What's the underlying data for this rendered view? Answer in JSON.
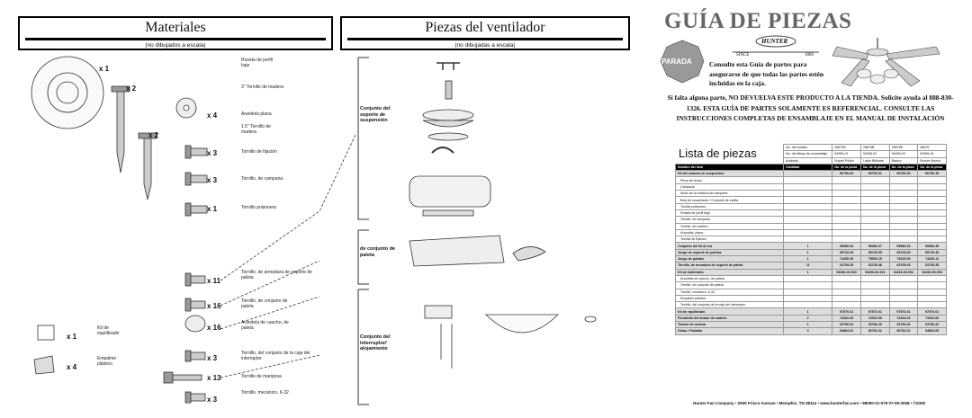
{
  "materiales": {
    "title": "Materiales",
    "subtitle": "(no dibujados a escala)"
  },
  "piezas": {
    "title": "Piezas del ventilador",
    "subtitle": "(no dibujadas a escala)"
  },
  "hardware": [
    {
      "qty": "x 1",
      "label": "Roseta de perfil bajo"
    },
    {
      "qty": "x 2",
      "label": "3\" Tornillo de madera"
    },
    {
      "qty": "x 4",
      "label": "Arandela plana"
    },
    {
      "qty": "x 2",
      "label": "1.5\" Tornillo de madera"
    },
    {
      "qty": "x 3",
      "label": "Tornillo de fijación"
    },
    {
      "qty": "x 3",
      "label": "Tornillo, de campana"
    },
    {
      "qty": "x 1",
      "label": "Tornillo prisionero"
    },
    {
      "qty": "x 11",
      "label": "Tornillo, de armadura de soporte de paleta"
    },
    {
      "qty": "x 16",
      "label": "Tornillo, de conjunto de paleta"
    },
    {
      "qty": "x 16",
      "label": "Arandela de caucho, de paleta"
    },
    {
      "qty": "x 3",
      "label": "Tornillo, del conjunto de la caja del interruptor"
    },
    {
      "qty": "x 13",
      "label": "Tornillo de mariposa"
    },
    {
      "qty": "x 3",
      "label": "Tornillo, mecánico, 6-32"
    }
  ],
  "kits": [
    {
      "qty": "x 1",
      "label": "Kit de equilibrado"
    },
    {
      "qty": "x 4",
      "label": "Empalme plástico"
    }
  ],
  "groups": {
    "suspension": "Conjunto del soporte de suspensión",
    "paleta": "de conjunto de paleta",
    "interruptor": "Conjunto del interruptor/ alojamiento"
  },
  "guide": {
    "title": "GUÍA DE PIEZAS",
    "brand": "HUNTER",
    "since": "SINCE",
    "year": "1886",
    "stop": "PARADA",
    "consult": "Consulte esta Guía de partes para asegurarse de que todas las partes estén incluidas en la caja.",
    "warning": "Si falta alguna parte, NO DEVUELVA ESTE PRODUCTO A LA TIENDA. Solicite ayuda al 888-830-1326. ESTA GUÍA DE PARTES SOLAMENTE ES REFERENCIAL. CONSULTE LAS INSTRUCCIONES COMPLETAS DE ENSAMBLAJE EN EL MANUAL DE INSTALACIÓN"
  },
  "parts_list": {
    "title": "Lista de piezas",
    "model_label": "No. del modelo",
    "models": [
      "28672B",
      "28674B",
      "28676B",
      "28675"
    ],
    "drawing_label": "No. del dibujo de ensamblaje",
    "drawings": [
      "94265-01",
      "94265-02",
      "94265-03",
      "94265-04"
    ],
    "finish_label": "Acabado",
    "finishes": [
      "Níquel Pulido",
      "Latón Brillante",
      "Blanco",
      "Bronce Nuevo"
    ],
    "col_name": "Nombre del item",
    "col_qty": "Cantidad",
    "col_part": "No. de la pieza",
    "rows": [
      {
        "name": "Kit del sistema de suspensión",
        "qty": "",
        "parts": [
          "96750-03",
          "96750-01",
          "96750-03",
          "96750-35"
        ],
        "kit": true
      },
      {
        "name": "Pieza de techo",
        "qty": "",
        "parts": [
          "",
          "",
          "",
          ""
        ],
        "sub": true
      },
      {
        "name": "Campana",
        "qty": "",
        "parts": [
          "",
          "",
          "",
          ""
        ],
        "sub": true
      },
      {
        "name": "Anillo de la moldura de campana",
        "qty": "",
        "parts": [
          "",
          "",
          "",
          ""
        ],
        "sub": true
      },
      {
        "name": "Bola de suspensión / Conjunto de varilla",
        "qty": "",
        "parts": [
          "",
          "",
          "",
          ""
        ],
        "sub": true
      },
      {
        "name": "Tornillo prisionero",
        "qty": "",
        "parts": [
          "",
          "",
          "",
          ""
        ],
        "sub": true
      },
      {
        "name": "Roseta de perfil bajo",
        "qty": "",
        "parts": [
          "",
          "",
          "",
          ""
        ],
        "sub": true
      },
      {
        "name": "Tornillo, de campana",
        "qty": "",
        "parts": [
          "",
          "",
          "",
          ""
        ],
        "sub": true
      },
      {
        "name": "Tornillo, de madera",
        "qty": "",
        "parts": [
          "",
          "",
          "",
          ""
        ],
        "sub": true
      },
      {
        "name": "Arandela, plana",
        "qty": "",
        "parts": [
          "",
          "",
          "",
          ""
        ],
        "sub": true
      },
      {
        "name": "Tornillo de fijación",
        "qty": "",
        "parts": [
          "",
          "",
          "",
          ""
        ],
        "sub": true
      },
      {
        "name": "Conjunto del kit de luz",
        "qty": "1",
        "parts": [
          "95980-03",
          "95980-07",
          "95980-03",
          "95980-35"
        ],
        "kit": true
      },
      {
        "name": "Juego de soporte de paletas",
        "qty": "1",
        "parts": [
          "99725-05",
          "99725-05",
          "99725-05",
          "99725-35"
        ],
        "kit": true
      },
      {
        "name": "Juego de paletas",
        "qty": "1",
        "parts": [
          "74295-39",
          "75065-15",
          "74625-09",
          "74435-11"
        ],
        "kit": true
      },
      {
        "name": "Tornillo, de armadura de soporte de paleta",
        "qty": "11",
        "parts": [
          "63705-05",
          "63705-08",
          "63705-03",
          "63705-35"
        ],
        "kit": true
      },
      {
        "name": "Kit de materiales",
        "qty": "1",
        "parts": [
          "94266-00-003",
          "94266-00-001",
          "94266-00-002",
          "94266-00-004"
        ],
        "kit": true
      },
      {
        "name": "Arandela de caucho, de paleta",
        "qty": "",
        "parts": [
          "",
          "",
          "",
          ""
        ],
        "sub": true
      },
      {
        "name": "Tornillo, de conjunto de paleta",
        "qty": "",
        "parts": [
          "",
          "",
          "",
          ""
        ],
        "sub": true
      },
      {
        "name": "Tornillo, mecánico, 6-32",
        "qty": "",
        "parts": [
          "",
          "",
          "",
          ""
        ],
        "sub": true
      },
      {
        "name": "Empalme plástico",
        "qty": "",
        "parts": [
          "",
          "",
          "",
          ""
        ],
        "sub": true
      },
      {
        "name": "Tornillo, del conjunto de la caja del interruptor",
        "qty": "",
        "parts": [
          "",
          "",
          "",
          ""
        ],
        "sub": true
      },
      {
        "name": "Kit de equilibrado",
        "qty": "1",
        "parts": [
          "97570-01",
          "97570-01",
          "97570-01",
          "97570-01"
        ],
        "kit": true
      },
      {
        "name": "Pendiente del tirador de cadena",
        "qty": "2",
        "parts": [
          "74302-03",
          "74302-06",
          "74302-03",
          "74302-06"
        ],
        "kit": true
      },
      {
        "name": "Tirador de cadena",
        "qty": "1",
        "parts": [
          "63756-03",
          "63756-20",
          "63756-03",
          "63756-20"
        ],
        "kit": true
      },
      {
        "name": "Globo / Pantalla",
        "qty": "3",
        "parts": [
          "94864-02",
          "96782-02",
          "96782-01",
          "94864-09"
        ],
        "kit": true
      }
    ]
  },
  "footer": "Hunter Fan Company  •  2500 Frisco Avenue  •  Memphis, TN 38114  •  www.hunterfan.com  •  98000-01-079  07-09-2008  •  ©2008"
}
